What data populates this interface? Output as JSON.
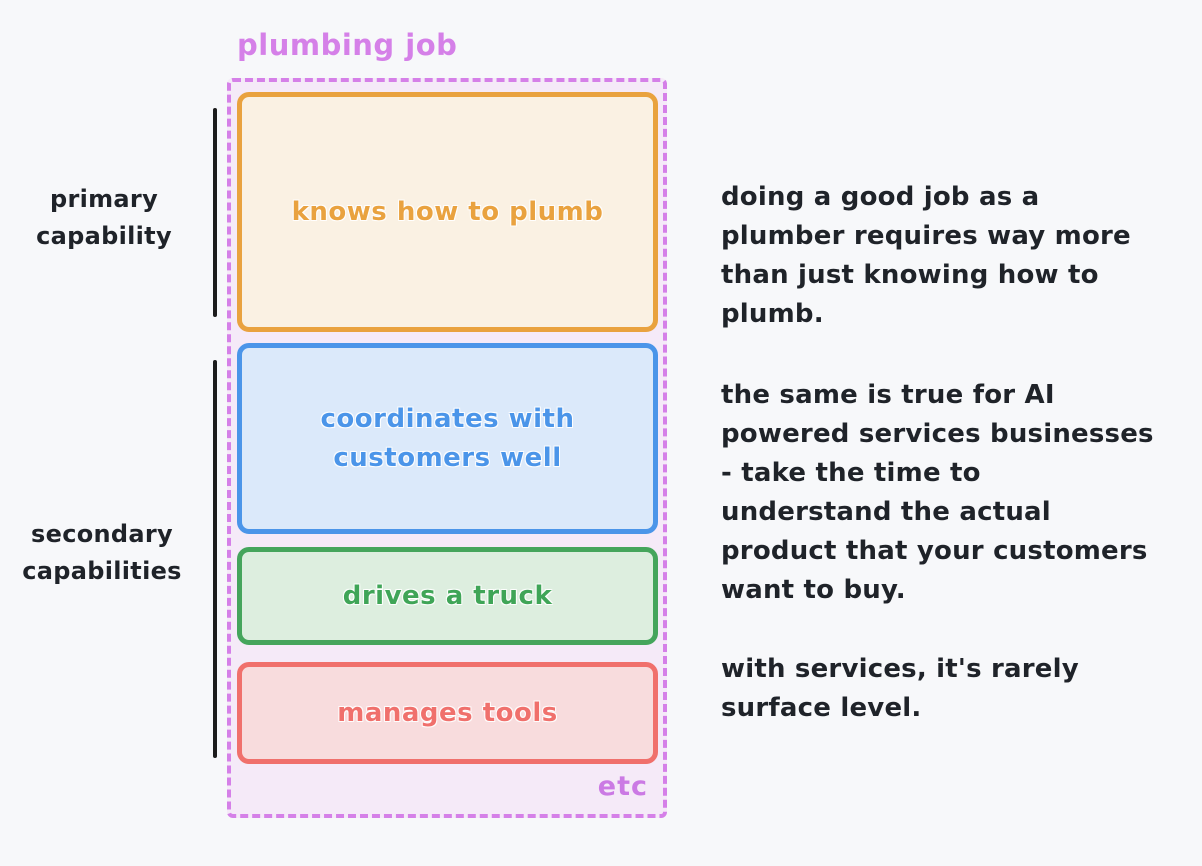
{
  "canvas": {
    "background_color": "#f7f8fa",
    "text_color": "#1f2329"
  },
  "diagram": {
    "title": "plumbing job",
    "etc_label": "etc",
    "accent_color": "#d580e8",
    "container_fill_color": "#f5eaf8",
    "boxes": [
      {
        "name": "knows-how-to-plumb",
        "lines": [
          "knows how to plumb"
        ],
        "border_color": "#e9a23f",
        "fill_color": "#faf1e3",
        "text_color": "#e9a23f"
      },
      {
        "name": "coordinates-with-customers-well",
        "lines": [
          "coordinates with",
          "customers well"
        ],
        "border_color": "#4b95e9",
        "fill_color": "#dbe9fa",
        "text_color": "#4b95e9"
      },
      {
        "name": "drives-a-truck",
        "lines": [
          "drives a truck"
        ],
        "border_color": "#45a55c",
        "fill_color": "#ddeedf",
        "text_color": "#3fa557"
      },
      {
        "name": "manages-tools",
        "lines": [
          "manages tools"
        ],
        "border_color": "#f0706c",
        "fill_color": "#f8dcdd",
        "text_color": "#f0706c"
      }
    ]
  },
  "left_labels": [
    {
      "lines": [
        "primary",
        "capability"
      ]
    },
    {
      "lines": [
        "secondary",
        "capabilities"
      ]
    }
  ],
  "notes": [
    {
      "lines": [
        "doing a good job as a",
        "plumber requires way more",
        "than just knowing how to",
        "plumb."
      ]
    },
    {
      "lines": [
        "the same is true for AI",
        "powered services businesses",
        "- take the time to",
        "understand the actual",
        "product that your customers",
        "want to buy."
      ]
    },
    {
      "lines": [
        "with services, it's rarely",
        "surface level."
      ]
    }
  ]
}
